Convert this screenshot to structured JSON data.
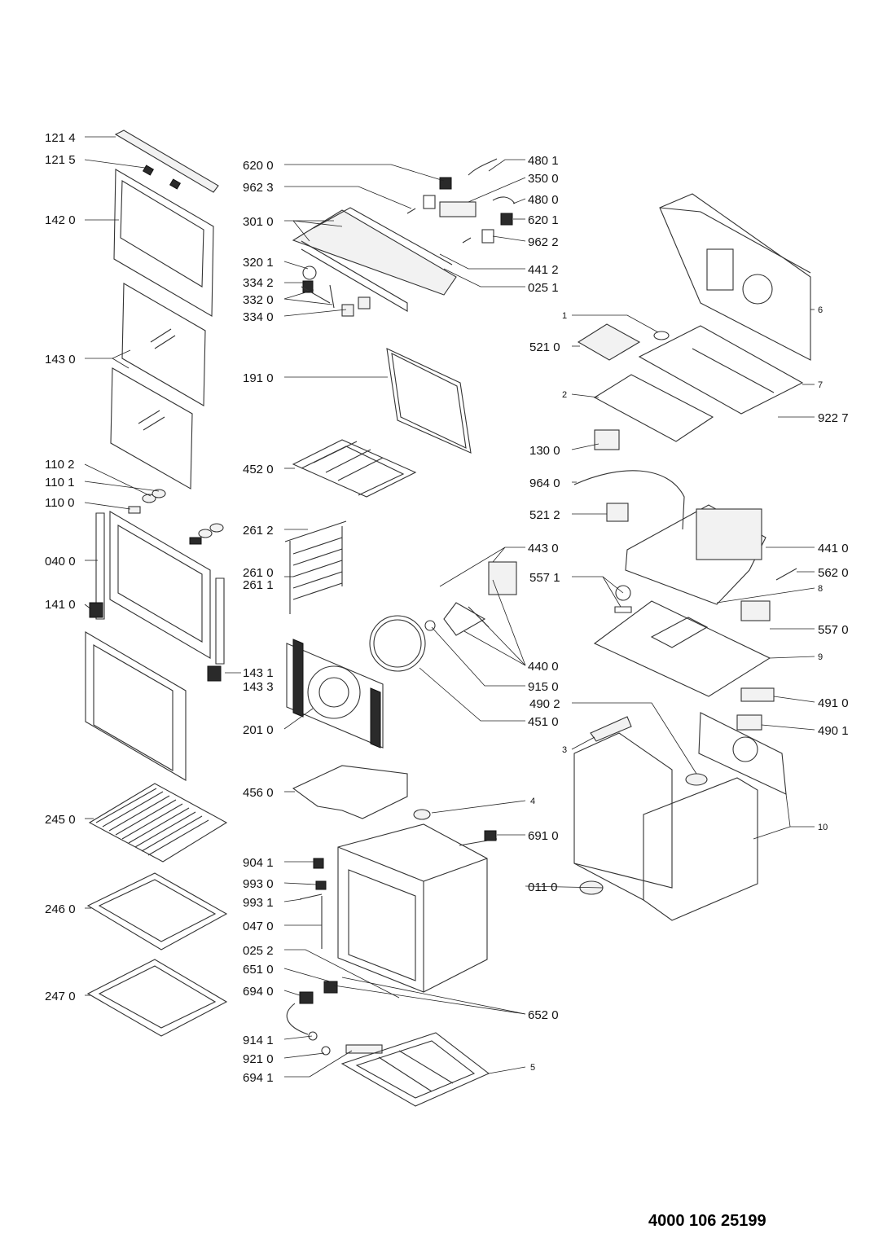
{
  "document_number": "4000 106 25199",
  "callouts": {
    "p1214": "121 4",
    "p1215": "121 5",
    "p1420": "142 0",
    "p1430": "143 0",
    "p1102": "110 2",
    "p1101": "110 1",
    "p1100": "110 0",
    "p0400": "040 0",
    "p1410": "141 0",
    "p1431": "143 1",
    "p1433": "143 3",
    "p2450": "245 0",
    "p2460": "246 0",
    "p2470": "247 0",
    "p6200": "620 0",
    "p9623": "962 3",
    "p3010": "301 0",
    "p3201": "320 1",
    "p3342": "334 2",
    "p3320": "332 0",
    "p3340": "334 0",
    "p1910": "191 0",
    "p4520": "452 0",
    "p2612": "261 2",
    "p2610": "261 0",
    "p2611": "261 1",
    "p2010": "201 0",
    "p4560": "456 0",
    "p9041": "904 1",
    "p9930": "993 0",
    "p9931": "993 1",
    "p0470": "047 0",
    "p0252": "025 2",
    "p6510": "651 0",
    "p6940": "694 0",
    "p9141": "914 1",
    "p9210": "921 0",
    "p6941": "694 1",
    "p4801": "480 1",
    "p3500": "350 0",
    "p4800": "480 0",
    "p6201": "620 1",
    "p9622": "962 2",
    "p4412": "441 2",
    "p0251": "025 1",
    "p4430": "443 0",
    "p4400": "440 0",
    "p9150": "915 0",
    "p4510": "451 0",
    "p6520": "652 0",
    "p6910": "691 0",
    "p0110": "011 0",
    "p1": "1",
    "p5210": "521 0",
    "p2": "2",
    "p1300": "130 0",
    "p6": "6",
    "p7": "7",
    "p9227": "922 7",
    "p9640": "964 0",
    "p5212": "521 2",
    "p4410": "441 0",
    "p5620": "562 0",
    "p5571": "557 1",
    "p8": "8",
    "p5570": "557 0",
    "p9": "9",
    "p4902": "490 2",
    "p4910": "491 0",
    "p4901": "490 1",
    "p3": "3",
    "p4": "4",
    "p10": "10",
    "p5": "5"
  }
}
